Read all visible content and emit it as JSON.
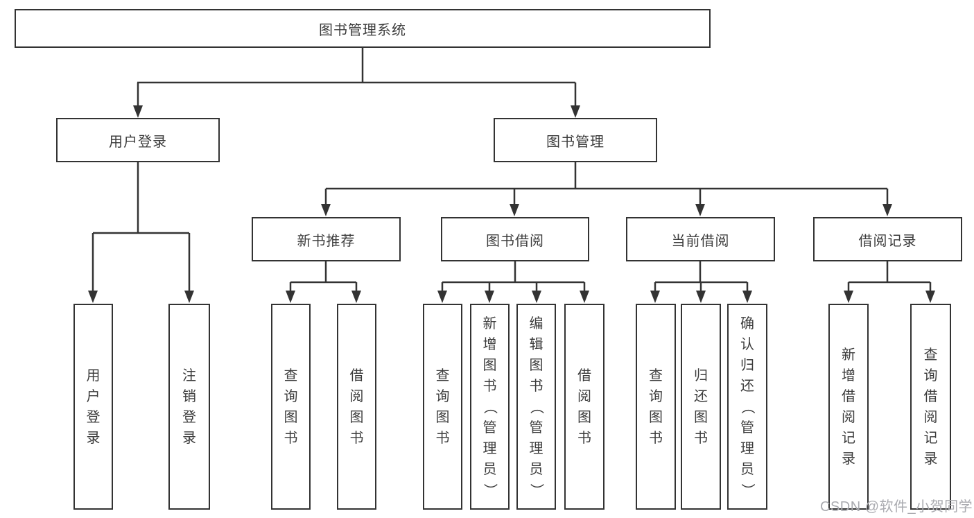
{
  "diagram": {
    "title": "图书管理系统",
    "level2": {
      "user_login": "用户登录",
      "book_management": "图书管理"
    },
    "level3": {
      "new_book_recommend": "新书推荐",
      "book_borrowing": "图书借阅",
      "current_borrowing": "当前借阅",
      "borrowing_records": "借阅记录"
    },
    "leaves": {
      "user_login": [
        "用户登录",
        "注销登录"
      ],
      "new_book_recommend": [
        "查询图书",
        "借阅图书"
      ],
      "book_borrowing": [
        "查询图书",
        "新增图书（管理员）",
        "编辑图书（管理员）",
        "借阅图书"
      ],
      "current_borrowing": [
        "查询图书",
        "归还图书",
        "确认归还（管理员）"
      ],
      "borrowing_records": [
        "新增借阅记录",
        "查询借阅记录"
      ]
    },
    "colors": {
      "line": "#333333",
      "text": "#3c3c3c",
      "background": "#ffffff",
      "watermark": "#aaabb0"
    }
  },
  "watermark": {
    "text": "CSDN @软件_小贺同学"
  }
}
